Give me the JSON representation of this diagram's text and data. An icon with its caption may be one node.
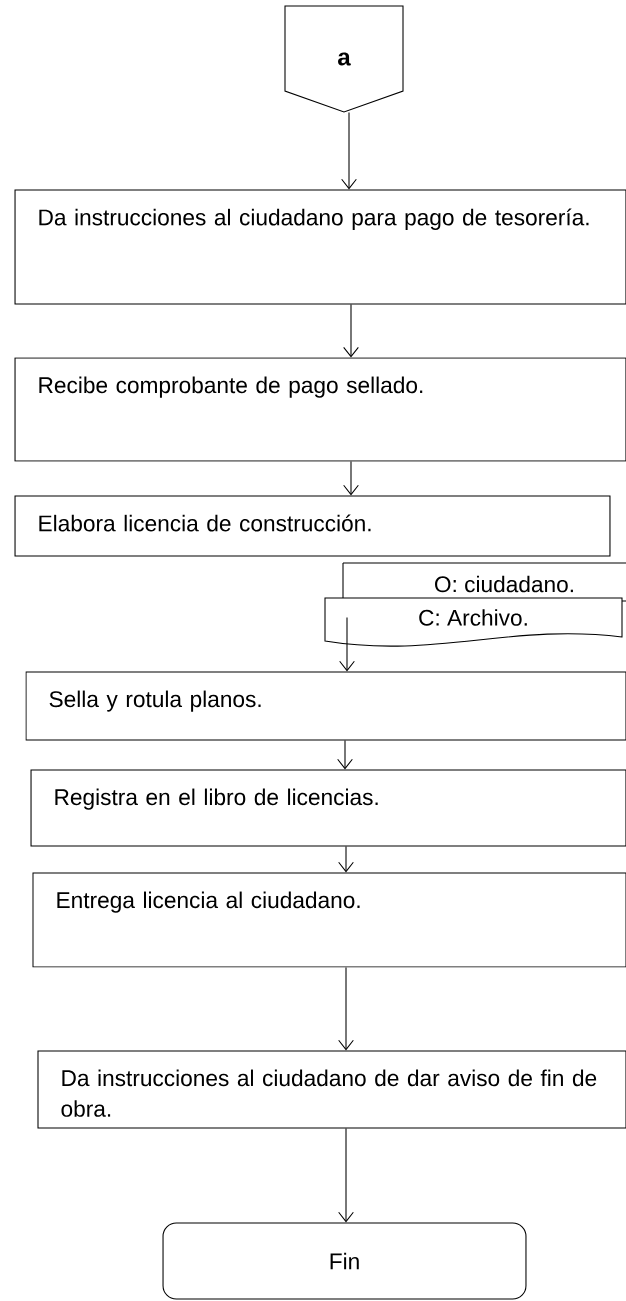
{
  "diagram": {
    "nodes": [
      {
        "text": [
          "a"
        ]
      },
      {
        "text": [
          "Da instrucciones al ciudadano para pago de tesorería."
        ]
      },
      {
        "text": [
          "Recibe comprobante de pago sellado."
        ]
      },
      {
        "text": [
          "Elabora licencia de construcción."
        ]
      },
      {
        "text": [
          "O: ciudadano."
        ]
      },
      {
        "text": [
          "C: Archivo."
        ]
      },
      {
        "text": [
          "Sella y rotula planos."
        ]
      },
      {
        "text": [
          "Registra en el libro de licencias."
        ]
      },
      {
        "text": [
          "Entrega licencia al ciudadano."
        ]
      },
      {
        "text": [
          "Da instrucciones al ciudadano de dar aviso de fin de obra."
        ]
      },
      {
        "text": [
          "Fin"
        ]
      }
    ],
    "edges": [
      {
        "from": 0,
        "to": 1,
        "arrow": "to"
      },
      {
        "from": 1,
        "to": 2,
        "arrow": "to"
      },
      {
        "from": 2,
        "to": 3,
        "arrow": "to"
      },
      {
        "from": 5,
        "to": 6,
        "arrow": "to"
      },
      {
        "from": 6,
        "to": 7,
        "arrow": "to"
      },
      {
        "from": 7,
        "to": 8,
        "arrow": "to"
      },
      {
        "from": 8,
        "to": 9,
        "arrow": "to"
      },
      {
        "from": 9,
        "to": 10,
        "arrow": "to"
      }
    ]
  }
}
